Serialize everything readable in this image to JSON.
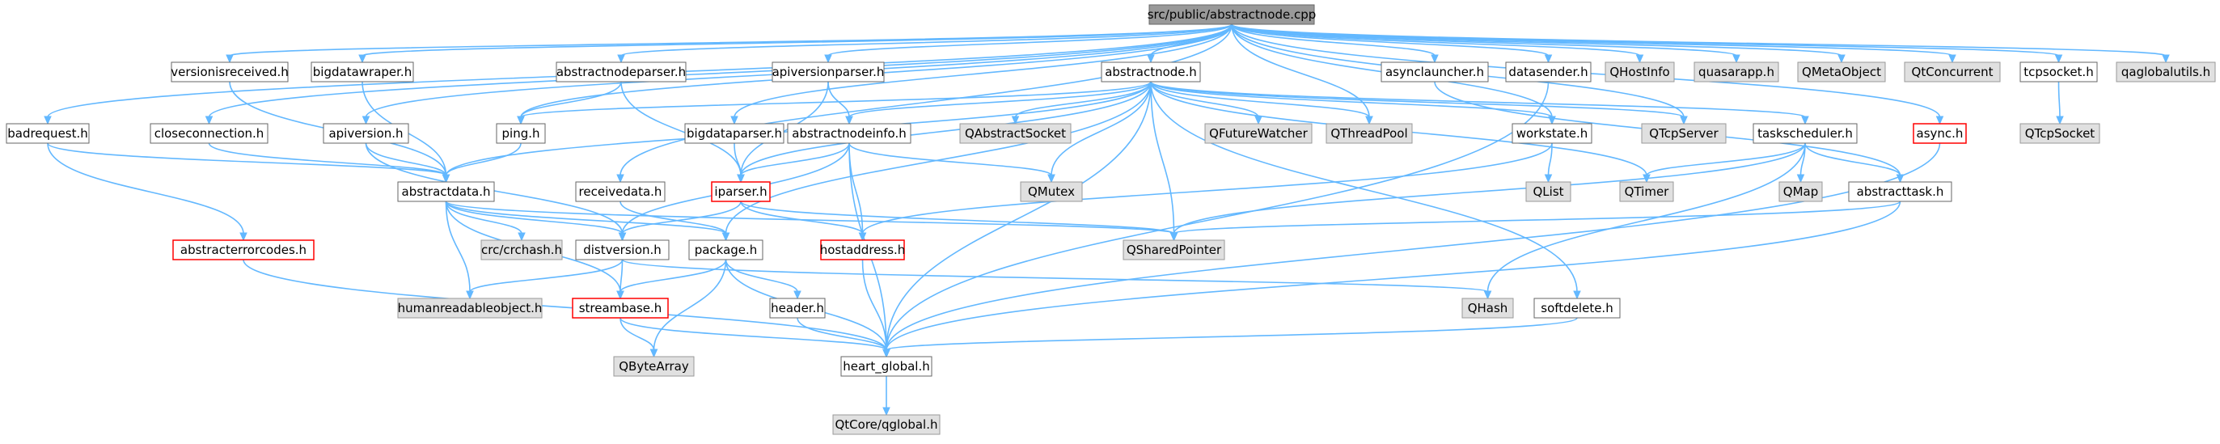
{
  "graph": {
    "title": "src/public/abstractnode.cpp",
    "colors": {
      "root_fill": "#999999",
      "root_border": "#666666",
      "doc_fill": "#ffffff",
      "doc_border": "#666666",
      "ext_fill": "#e0e0e0",
      "ext_border": "#999999",
      "err_fill": "#ffffff",
      "err_border": "#ff0000",
      "edge": "#63b8ff"
    },
    "nodes": [
      {
        "id": "root",
        "label": "src/public/abstractnode.cpp",
        "kind": "root"
      },
      {
        "id": "versionisreceived",
        "label": "versionisreceived.h",
        "kind": "doc"
      },
      {
        "id": "bigdatawraper",
        "label": "bigdatawraper.h",
        "kind": "doc"
      },
      {
        "id": "abstractnodeparser",
        "label": "abstractnodeparser.h",
        "kind": "doc"
      },
      {
        "id": "apiversionparser",
        "label": "apiversionparser.h",
        "kind": "doc"
      },
      {
        "id": "abstractnode",
        "label": "abstractnode.h",
        "kind": "doc"
      },
      {
        "id": "asynclauncher",
        "label": "asynclauncher.h",
        "kind": "doc"
      },
      {
        "id": "datasender",
        "label": "datasender.h",
        "kind": "doc"
      },
      {
        "id": "QHostInfo",
        "label": "QHostInfo",
        "kind": "ext"
      },
      {
        "id": "quasarapp",
        "label": "quasarapp.h",
        "kind": "ext"
      },
      {
        "id": "QMetaObject",
        "label": "QMetaObject",
        "kind": "ext"
      },
      {
        "id": "QtConcurrent",
        "label": "QtConcurrent",
        "kind": "ext"
      },
      {
        "id": "tcpsocket",
        "label": "tcpsocket.h",
        "kind": "doc"
      },
      {
        "id": "qaglobalutils",
        "label": "qaglobalutils.h",
        "kind": "ext"
      },
      {
        "id": "badrequest",
        "label": "badrequest.h",
        "kind": "doc"
      },
      {
        "id": "closeconnection",
        "label": "closeconnection.h",
        "kind": "doc"
      },
      {
        "id": "apiversion",
        "label": "apiversion.h",
        "kind": "doc"
      },
      {
        "id": "ping",
        "label": "ping.h",
        "kind": "doc"
      },
      {
        "id": "bigdataparser",
        "label": "bigdataparser.h",
        "kind": "doc"
      },
      {
        "id": "abstractnodeinfo",
        "label": "abstractnodeinfo.h",
        "kind": "doc"
      },
      {
        "id": "QAbstractSocket",
        "label": "QAbstractSocket",
        "kind": "ext"
      },
      {
        "id": "QFutureWatcher",
        "label": "QFutureWatcher",
        "kind": "ext"
      },
      {
        "id": "QThreadPool",
        "label": "QThreadPool",
        "kind": "ext"
      },
      {
        "id": "workstate",
        "label": "workstate.h",
        "kind": "doc"
      },
      {
        "id": "QTcpServer",
        "label": "QTcpServer",
        "kind": "ext"
      },
      {
        "id": "taskscheduler",
        "label": "taskscheduler.h",
        "kind": "doc"
      },
      {
        "id": "async",
        "label": "async.h",
        "kind": "err"
      },
      {
        "id": "QTcpSocket",
        "label": "QTcpSocket",
        "kind": "ext"
      },
      {
        "id": "abstractdata",
        "label": "abstractdata.h",
        "kind": "doc"
      },
      {
        "id": "receivedata",
        "label": "receivedata.h",
        "kind": "doc"
      },
      {
        "id": "iparser",
        "label": "iparser.h",
        "kind": "err"
      },
      {
        "id": "QMutex",
        "label": "QMutex",
        "kind": "ext"
      },
      {
        "id": "QList",
        "label": "QList",
        "kind": "ext"
      },
      {
        "id": "QTimer",
        "label": "QTimer",
        "kind": "ext"
      },
      {
        "id": "QMap",
        "label": "QMap",
        "kind": "ext"
      },
      {
        "id": "abstracttask",
        "label": "abstracttask.h",
        "kind": "doc"
      },
      {
        "id": "abstracterrorcodes",
        "label": "abstracterrorcodes.h",
        "kind": "err"
      },
      {
        "id": "crcrchash",
        "label": "crc/crchash.h",
        "kind": "ext"
      },
      {
        "id": "distversion",
        "label": "distversion.h",
        "kind": "doc"
      },
      {
        "id": "package",
        "label": "package.h",
        "kind": "doc"
      },
      {
        "id": "hostaddress",
        "label": "hostaddress.h",
        "kind": "err"
      },
      {
        "id": "QSharedPointer",
        "label": "QSharedPointer",
        "kind": "ext"
      },
      {
        "id": "humanreadableobject",
        "label": "humanreadableobject.h",
        "kind": "ext"
      },
      {
        "id": "streambase",
        "label": "streambase.h",
        "kind": "err"
      },
      {
        "id": "header",
        "label": "header.h",
        "kind": "doc"
      },
      {
        "id": "QHash",
        "label": "QHash",
        "kind": "ext"
      },
      {
        "id": "softdelete",
        "label": "softdelete.h",
        "kind": "doc"
      },
      {
        "id": "QByteArray",
        "label": "QByteArray",
        "kind": "ext"
      },
      {
        "id": "heart_global",
        "label": "heart_global.h",
        "kind": "doc"
      },
      {
        "id": "QtCoreqglobal",
        "label": "QtCore/qglobal.h",
        "kind": "ext"
      }
    ],
    "edges": [
      [
        "root",
        "versionisreceived"
      ],
      [
        "root",
        "bigdatawraper"
      ],
      [
        "root",
        "abstractnodeparser"
      ],
      [
        "root",
        "apiversionparser"
      ],
      [
        "root",
        "abstractnode"
      ],
      [
        "root",
        "asynclauncher"
      ],
      [
        "root",
        "datasender"
      ],
      [
        "root",
        "QHostInfo"
      ],
      [
        "root",
        "quasarapp"
      ],
      [
        "root",
        "QMetaObject"
      ],
      [
        "root",
        "QtConcurrent"
      ],
      [
        "root",
        "tcpsocket"
      ],
      [
        "root",
        "qaglobalutils"
      ],
      [
        "root",
        "badrequest"
      ],
      [
        "root",
        "closeconnection"
      ],
      [
        "root",
        "apiversion"
      ],
      [
        "root",
        "ping"
      ],
      [
        "root",
        "bigdataparser"
      ],
      [
        "root",
        "receivedata"
      ],
      [
        "root",
        "QThreadPool"
      ],
      [
        "root",
        "workstate"
      ],
      [
        "root",
        "QTcpServer"
      ],
      [
        "root",
        "async"
      ],
      [
        "versionisreceived",
        "abstractdata"
      ],
      [
        "bigdatawraper",
        "abstractdata"
      ],
      [
        "abstractnodeparser",
        "ping"
      ],
      [
        "abstractnodeparser",
        "iparser"
      ],
      [
        "apiversionparser",
        "abstractnodeinfo"
      ],
      [
        "apiversionparser",
        "iparser"
      ],
      [
        "abstractnode",
        "ping"
      ],
      [
        "abstractnode",
        "abstractnodeinfo"
      ],
      [
        "abstractnode",
        "QAbstractSocket"
      ],
      [
        "abstractnode",
        "QFutureWatcher"
      ],
      [
        "abstractnode",
        "QThreadPool"
      ],
      [
        "abstractnode",
        "workstate"
      ],
      [
        "abstractnode",
        "QTcpServer"
      ],
      [
        "abstractnode",
        "taskscheduler"
      ],
      [
        "abstractnode",
        "QTimer"
      ],
      [
        "abstractnode",
        "abstractdata"
      ],
      [
        "abstractnode",
        "iparser"
      ],
      [
        "abstractnode",
        "QMutex"
      ],
      [
        "abstractnode",
        "package"
      ],
      [
        "abstractnode",
        "QSharedPointer"
      ],
      [
        "abstractnode",
        "softdelete"
      ],
      [
        "abstractnode",
        "heart_global"
      ],
      [
        "asynclauncher",
        "abstracttask"
      ],
      [
        "datasender",
        "heart_global"
      ],
      [
        "tcpsocket",
        "QTcpSocket"
      ],
      [
        "badrequest",
        "abstractdata"
      ],
      [
        "badrequest",
        "abstracterrorcodes"
      ],
      [
        "closeconnection",
        "abstractdata"
      ],
      [
        "apiversion",
        "abstractdata"
      ],
      [
        "apiversion",
        "distversion"
      ],
      [
        "ping",
        "abstractdata"
      ],
      [
        "bigdataparser",
        "iparser"
      ],
      [
        "abstractnodeinfo",
        "iparser"
      ],
      [
        "abstractnodeinfo",
        "QMutex"
      ],
      [
        "abstractnodeinfo",
        "hostaddress"
      ],
      [
        "abstractnodeinfo",
        "distversion"
      ],
      [
        "abstractnodeinfo",
        "heart_global"
      ],
      [
        "workstate",
        "QList"
      ],
      [
        "workstate",
        "hostaddress"
      ],
      [
        "taskscheduler",
        "QTimer"
      ],
      [
        "taskscheduler",
        "QMap"
      ],
      [
        "taskscheduler",
        "abstracttask"
      ],
      [
        "taskscheduler",
        "QSharedPointer"
      ],
      [
        "taskscheduler",
        "QHash"
      ],
      [
        "abstracttask",
        "QSharedPointer"
      ],
      [
        "abstracttask",
        "heart_global"
      ],
      [
        "async",
        "heart_global"
      ],
      [
        "abstractdata",
        "crcrchash"
      ],
      [
        "abstractdata",
        "distversion"
      ],
      [
        "abstractdata",
        "package"
      ],
      [
        "abstractdata",
        "QSharedPointer"
      ],
      [
        "abstractdata",
        "humanreadableobject"
      ],
      [
        "abstractdata",
        "streambase"
      ],
      [
        "receivedata",
        "package"
      ],
      [
        "iparser",
        "distversion"
      ],
      [
        "iparser",
        "hostaddress"
      ],
      [
        "iparser",
        "QSharedPointer"
      ],
      [
        "abstracterrorcodes",
        "heart_global"
      ],
      [
        "distversion",
        "humanreadableobject"
      ],
      [
        "distversion",
        "streambase"
      ],
      [
        "distversion",
        "QHash"
      ],
      [
        "package",
        "streambase"
      ],
      [
        "package",
        "header"
      ],
      [
        "package",
        "QByteArray"
      ],
      [
        "package",
        "heart_global"
      ],
      [
        "hostaddress",
        "heart_global"
      ],
      [
        "streambase",
        "QByteArray"
      ],
      [
        "streambase",
        "heart_global"
      ],
      [
        "header",
        "heart_global"
      ],
      [
        "softdelete",
        "heart_global"
      ],
      [
        "heart_global",
        "QtCoreqglobal"
      ]
    ]
  }
}
